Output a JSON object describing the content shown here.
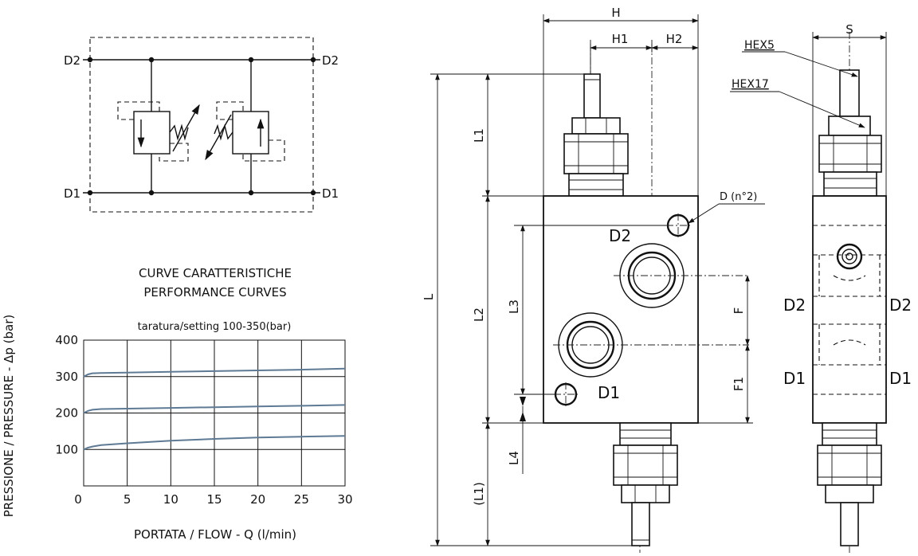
{
  "schematic": {
    "port_top_left": "D2",
    "port_top_right": "D2",
    "port_bottom_left": "D1",
    "port_bottom_right": "D1"
  },
  "curves_title": {
    "line1": "CURVE CARATTERISTICHE",
    "line2": "PERFORMANCE CURVES"
  },
  "chart_data": {
    "type": "line",
    "title": "taratura/setting 100-350(bar)",
    "xlabel": "PORTATA / FLOW - Q (l/min)",
    "ylabel": "PRESSIONE / PRESSURE - Δp (bar)",
    "xlim": [
      0,
      30
    ],
    "ylim": [
      0,
      400
    ],
    "x_ticks": [
      "0",
      "5",
      "10",
      "15",
      "20",
      "25",
      "30"
    ],
    "y_ticks": [
      "100",
      "200",
      "300",
      "400"
    ],
    "grid": true,
    "series": [
      {
        "x": [
          0,
          0.5,
          1,
          2,
          5,
          10,
          15,
          20,
          25,
          30
        ],
        "y": [
          100,
          105,
          108,
          112,
          117,
          124,
          129,
          133,
          135,
          137
        ]
      },
      {
        "x": [
          0,
          0.5,
          1,
          2,
          5,
          10,
          15,
          20,
          25,
          30
        ],
        "y": [
          200,
          206,
          209,
          211,
          212,
          214,
          216,
          218,
          220,
          222
        ]
      },
      {
        "x": [
          0,
          0.5,
          1,
          2,
          5,
          10,
          15,
          20,
          25,
          30
        ],
        "y": [
          300,
          306,
          309,
          310,
          311,
          313,
          315,
          317,
          319,
          322
        ]
      }
    ]
  },
  "front_view": {
    "dim_H": "H",
    "dim_H1": "H1",
    "dim_H2": "H2",
    "dim_L": "L",
    "dim_L1": "L1",
    "dim_L2": "L2",
    "dim_L3": "L3",
    "dim_L4": "L4",
    "dim_L1_paren": "(L1)",
    "dim_F": "F",
    "dim_F1": "F1",
    "port_D2": "D2",
    "port_D1": "D1",
    "mount_hole_label": "D (n°2)"
  },
  "side_view": {
    "dim_S": "S",
    "hex5": "HEX5",
    "hex17": "HEX17",
    "left_D2": "D2",
    "right_D2": "D2",
    "left_D1": "D1",
    "right_D1": "D1"
  }
}
